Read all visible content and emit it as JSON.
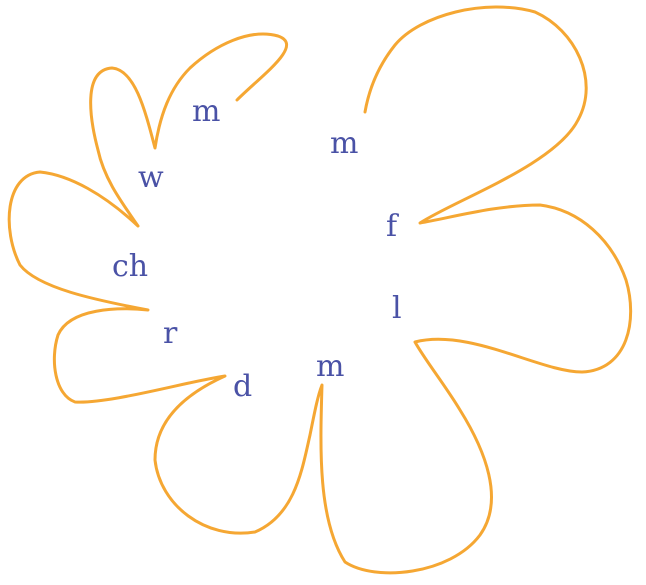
{
  "diagram": {
    "outline_color": "#f5a733",
    "letter_color": "#4a52a6",
    "labels": [
      "m",
      "m",
      "w",
      "f",
      "ch",
      "l",
      "r",
      "m",
      "d"
    ]
  }
}
